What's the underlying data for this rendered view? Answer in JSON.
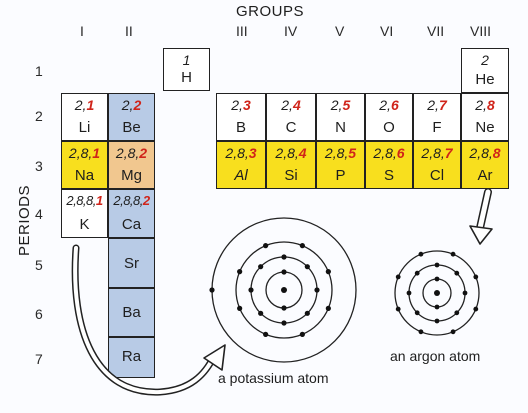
{
  "groups_title": "GROUPS",
  "periods_title": "PERIODS",
  "group_labels": [
    "I",
    "II",
    "III",
    "IV",
    "V",
    "VI",
    "VII",
    "VIII"
  ],
  "period_labels": [
    "1",
    "2",
    "3",
    "4",
    "5",
    "6",
    "7"
  ],
  "elements": {
    "H": {
      "config": "",
      "last": "1",
      "symbol": "H"
    },
    "He": {
      "config": "",
      "last": "2",
      "symbol": "He"
    },
    "Li": {
      "config": "2,",
      "last": "1",
      "symbol": "Li"
    },
    "Be": {
      "config": "2,",
      "last": "2",
      "symbol": "Be"
    },
    "B": {
      "config": "2,",
      "last": "3",
      "symbol": "B"
    },
    "C": {
      "config": "2,",
      "last": "4",
      "symbol": "C"
    },
    "N": {
      "config": "2,",
      "last": "5",
      "symbol": "N"
    },
    "O": {
      "config": "2,",
      "last": "6",
      "symbol": "O"
    },
    "F": {
      "config": "2,",
      "last": "7",
      "symbol": "F"
    },
    "Ne": {
      "config": "2,",
      "last": "8",
      "symbol": "Ne"
    },
    "Na": {
      "config": "2,8,",
      "last": "1",
      "symbol": "Na"
    },
    "Mg": {
      "config": "2,8,",
      "last": "2",
      "symbol": "Mg"
    },
    "Al": {
      "config": "2,8,",
      "last": "3",
      "symbol": "Al"
    },
    "Si": {
      "config": "2,8,",
      "last": "4",
      "symbol": "Si"
    },
    "P": {
      "config": "2,8,",
      "last": "5",
      "symbol": "P"
    },
    "S": {
      "config": "2,8,",
      "last": "6",
      "symbol": "S"
    },
    "Cl": {
      "config": "2,8,",
      "last": "7",
      "symbol": "Cl"
    },
    "Ar": {
      "config": "2,8,",
      "last": "8",
      "symbol": "Ar"
    },
    "K": {
      "config": "2,8,8,",
      "last": "1",
      "symbol": "K"
    },
    "Ca": {
      "config": "2,8,8,",
      "last": "2",
      "symbol": "Ca"
    },
    "Sr": {
      "symbol": "Sr"
    },
    "Ba": {
      "symbol": "Ba"
    },
    "Ra": {
      "symbol": "Ra"
    }
  },
  "captions": {
    "potassium": "a potassium atom",
    "argon": "an argon atom"
  },
  "colors": {
    "yellow": "#f8df1e",
    "orange": "#f1c78f",
    "blue": "#b8cbe6",
    "red_number": "#d0241a"
  }
}
